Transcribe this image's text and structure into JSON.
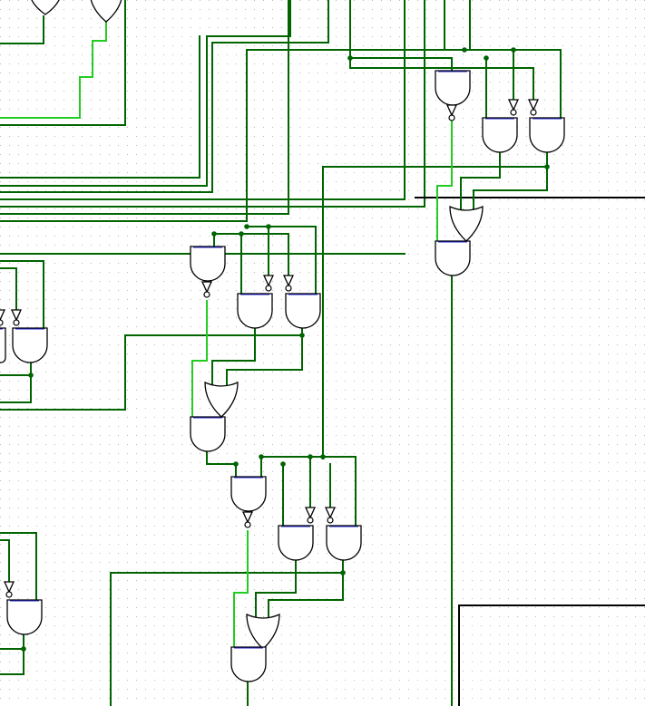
{
  "app": {
    "title": "",
    "background": "#ffffff",
    "grid_dot_color": "#b8b8b8",
    "colors": {
      "wire_low": "#006400",
      "wire_high": "#22cc22",
      "wire_bus": "#000000",
      "gate_stroke": "#000000",
      "gate_pin": "#2222cc"
    }
  },
  "components": {
    "counts": {
      "and_gates": 15,
      "or_gates": 3,
      "not_gates": 14
    }
  }
}
